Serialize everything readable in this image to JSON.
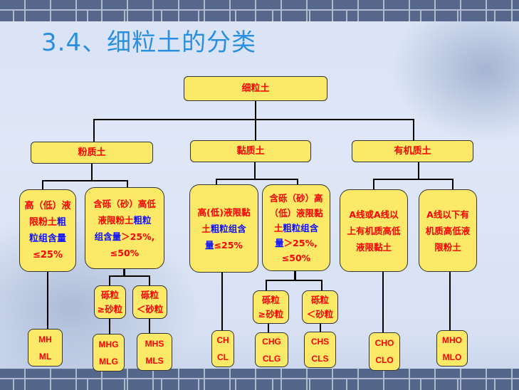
{
  "slide": {
    "title": "3.4、细粒土的分类"
  },
  "root": {
    "label": "细粒土"
  },
  "level2": [
    {
      "label": "粉质土"
    },
    {
      "label": "黏质土"
    },
    {
      "label": "有机质土"
    }
  ],
  "level3": {
    "silt_low_coarse": {
      "red1": "高（低）液",
      "red2": "限粉土",
      "blue2": "粗",
      "blue3": "粒组含量",
      "red4": "≤25%"
    },
    "silt_gravelly": {
      "red1": "含砾（砂）高低",
      "red2": "液限粉土",
      "blue2": "粗粒",
      "blue3": "组含量",
      "red3": "＞25%,",
      "red4": "≤50%"
    },
    "clay_low_coarse": {
      "red1": "高(低)液限黏",
      "red2": "土",
      "blue2": "粗粒组含",
      "blue3": "量",
      "red3": "≤25%"
    },
    "clay_gravelly": {
      "red1": "含砾（砂）高",
      "red2": "（低）液限黏",
      "red3": "土",
      "blue3": "粗粒组含",
      "blue4": "量",
      "red4": "＞25%,",
      "red5": "≤50%"
    },
    "organic_clay": {
      "line1": "A线或A线以",
      "line2": "上有机质高低",
      "line3": "液限黏土"
    },
    "organic_silt": {
      "line1": "A线以下有",
      "line2": "机质高低液",
      "line3": "限粉土"
    }
  },
  "gravel_sand": [
    {
      "line1": "砾粒",
      "line2": "≥砂粒"
    },
    {
      "line1": "砾粒",
      "line2": "＜砂粒"
    },
    {
      "line1": "砾粒",
      "line2": "≥砂粒"
    },
    {
      "line1": "砾粒",
      "line2": "＜砂粒"
    }
  ],
  "codes": [
    {
      "line1": "MH",
      "line2": "ML"
    },
    {
      "line1": "MHG",
      "line2": "MLG"
    },
    {
      "line1": "MHS",
      "line2": "MLS"
    },
    {
      "line1": "CH",
      "line2": "CL"
    },
    {
      "line1": "CHG",
      "line2": "CLG"
    },
    {
      "line1": "CHS",
      "line2": "CLS"
    },
    {
      "line1": "CHO",
      "line2": "CLO"
    },
    {
      "line1": "MHO",
      "line2": "MLO"
    }
  ],
  "colors": {
    "box_fill": "#fde968",
    "text_red": "#ff0000",
    "text_blue": "#1010ff",
    "title_blue": "#2a8fe0"
  }
}
